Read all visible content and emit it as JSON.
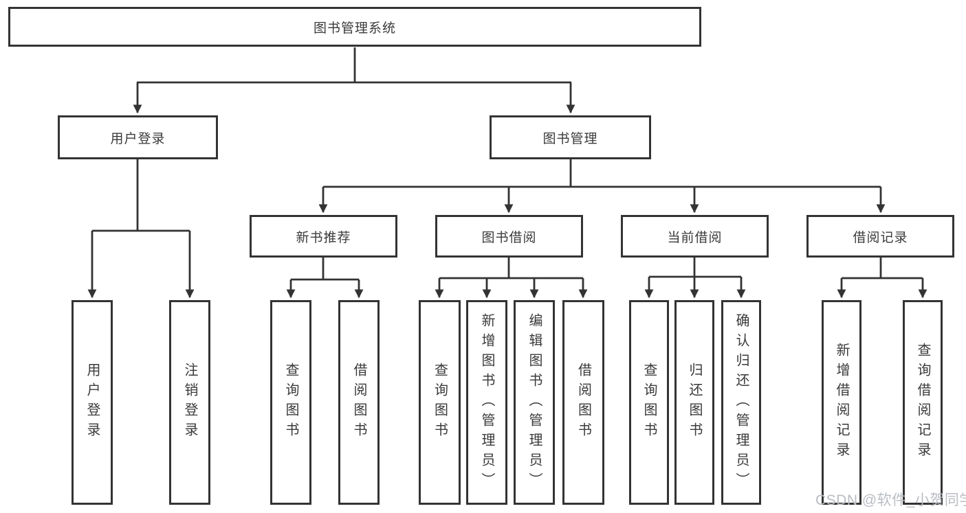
{
  "diagram_title": "图书管理系统",
  "tree": {
    "root": {
      "label": "图书管理系统"
    },
    "branches": [
      {
        "label": "用户登录",
        "children": [
          {
            "label": "用户登录"
          },
          {
            "label": "注销登录"
          }
        ]
      },
      {
        "label": "图书管理",
        "children": [
          {
            "label": "新书推荐",
            "children": [
              {
                "label": "查询图书"
              },
              {
                "label": "借阅图书"
              }
            ]
          },
          {
            "label": "图书借阅",
            "children": [
              {
                "label": "查询图书"
              },
              {
                "label": "新增图书（管理员）"
              },
              {
                "label": "编辑图书（管理员）"
              },
              {
                "label": "借阅图书"
              }
            ]
          },
          {
            "label": "当前借阅",
            "children": [
              {
                "label": "查询图书"
              },
              {
                "label": "归还图书"
              },
              {
                "label": "确认归还（管理员）"
              }
            ]
          },
          {
            "label": "借阅记录",
            "children": [
              {
                "label": "新增借阅记录"
              },
              {
                "label": "查询借阅记录"
              }
            ]
          }
        ]
      }
    ]
  },
  "watermark": {
    "text": "CSDN @软件_小贺同学"
  },
  "colors": {
    "line": "#333333",
    "box_border": "#333333",
    "text": "#3a3a3a",
    "background": "#ffffff",
    "watermark": "#b9bdc3"
  }
}
